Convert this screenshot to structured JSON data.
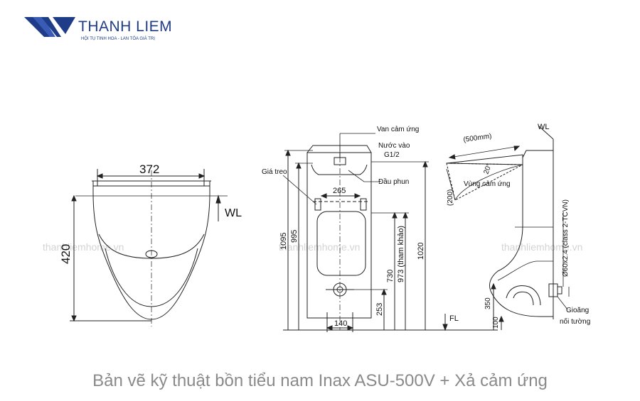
{
  "brand": {
    "name": "THANH LIEM",
    "tagline": "HỘI TỤ TINH HOA - LAN TỎA GIÁ TRỊ",
    "color": "#1f3c88"
  },
  "watermark": "thanhliemhome.vn",
  "front_view": {
    "width": "372",
    "height": "420",
    "wl": "WL"
  },
  "center_view": {
    "sensor_valve": "Van cảm ứng",
    "water_inlet": "Nước vào",
    "inlet_size": "G1/2",
    "bracket": "Giá treo",
    "spray_head": "Đầu phun",
    "dim_265": "265",
    "dim_140": "140",
    "dim_1095": "1095",
    "dim_995": "995",
    "dim_730": "730",
    "dim_973": "973 (tham khảo)",
    "dim_253": "253",
    "dim_1020": "1020",
    "fl": "FL"
  },
  "side_view": {
    "wl": "WL",
    "range": "(500mm)",
    "angle": "20°",
    "sensing_zone": "Vùng cảm ứng",
    "dim_200": "(200)",
    "drain": "Ø60x2.4 (class 2-TCVN)",
    "dim_350": "350",
    "dim_100": "100",
    "gasket": "Gioăng",
    "wall_joint": "nối tường"
  },
  "caption": "Bản vẽ kỹ thuật bồn tiểu nam Inax ASU-500V + Xả cảm ứng"
}
